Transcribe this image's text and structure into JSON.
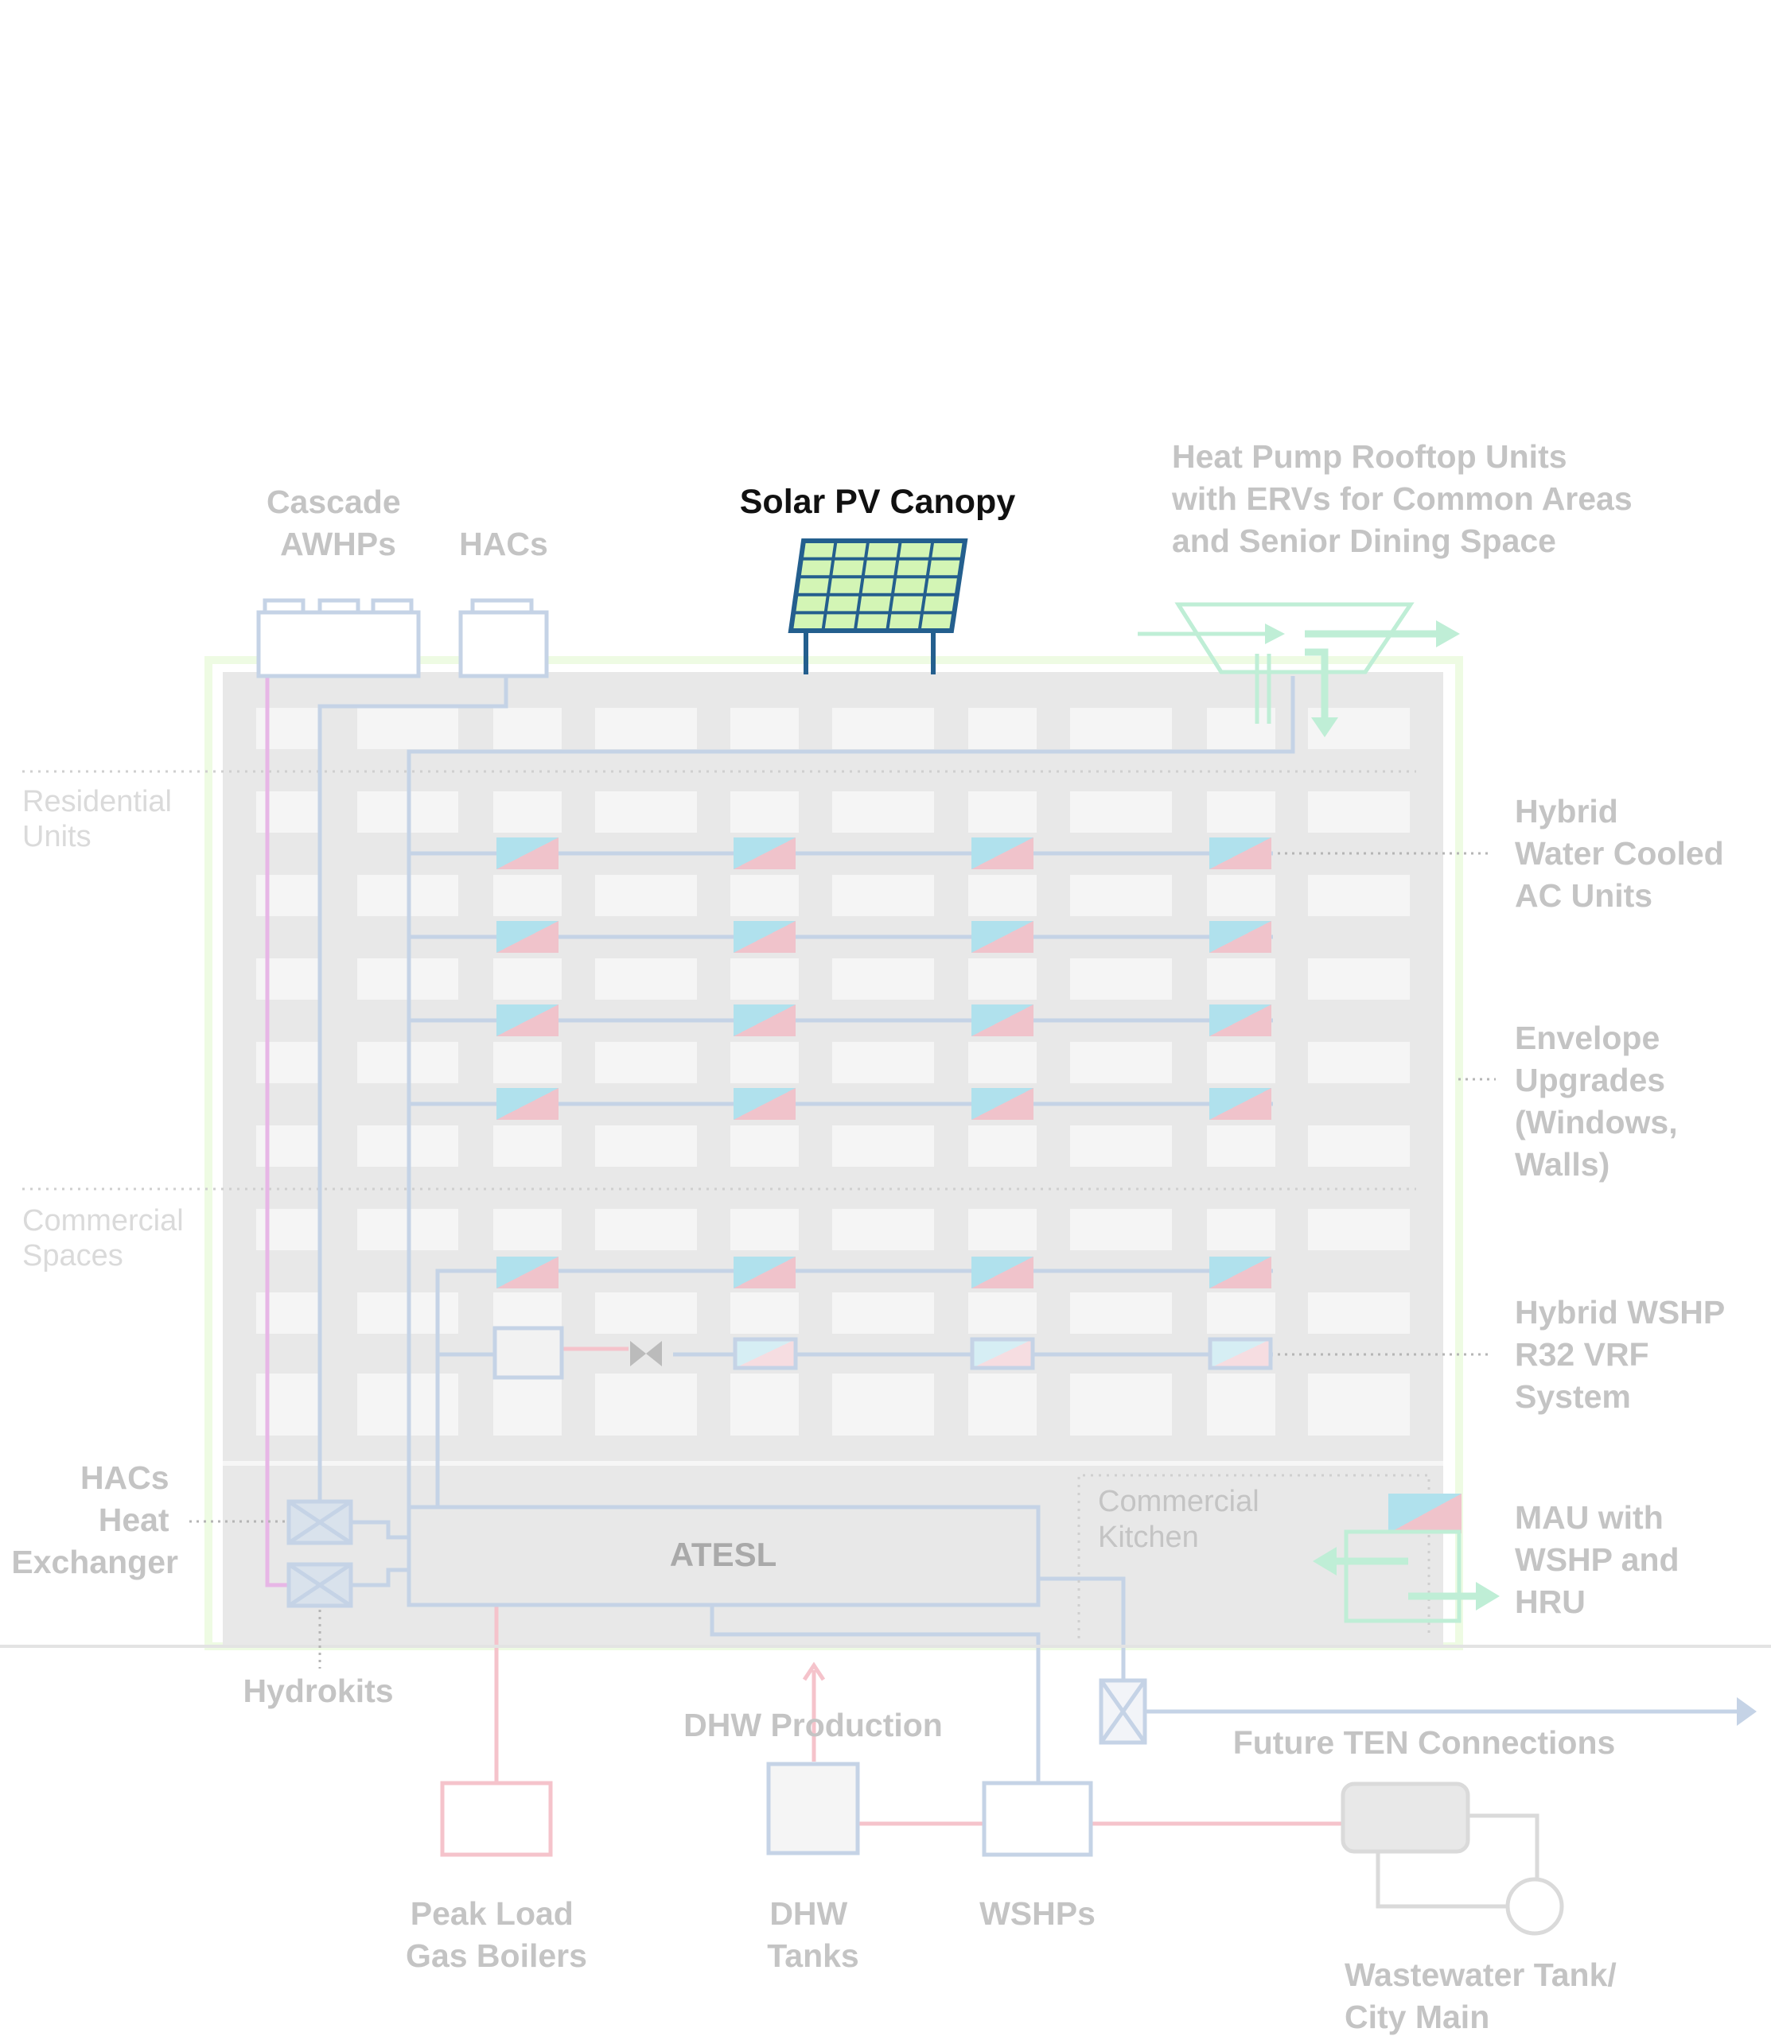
{
  "diagram": {
    "title": "Solar PV Canopy",
    "labels": {
      "cascade_awhps": [
        "Cascade",
        "AWHPs"
      ],
      "hacs_top": "HACs",
      "rooftop_units": [
        "Heat Pump Rooftop Units",
        "with ERVs for Common Areas",
        "and Senior Dining Space"
      ],
      "residential_units": [
        "Residential",
        "Units"
      ],
      "commercial_spaces": [
        "Commercial",
        "Spaces"
      ],
      "hybrid_water_cooled": [
        "Hybrid",
        "Water Cooled",
        "AC Units"
      ],
      "envelope_upgrades": [
        "Envelope",
        "Upgrades",
        "(Windows,",
        "Walls)"
      ],
      "hybrid_wshp": [
        "Hybrid WSHP",
        "R32 VRF",
        "System"
      ],
      "hacs_heat_exchanger": [
        "HACs",
        "Heat",
        "Exchanger"
      ],
      "mau": [
        "MAU with",
        "WSHP and",
        "HRU"
      ],
      "atesl": "ATESL",
      "commercial_kitchen": [
        "Commercial",
        "Kitchen"
      ],
      "hydrokits": "Hydrokits",
      "dhw_production": "DHW Production",
      "future_ten": "Future TEN Connections",
      "peak_load": [
        "Peak Load",
        "Gas Boilers"
      ],
      "dhw_tanks": [
        "DHW",
        "Tanks"
      ],
      "wshps": "WSHPs",
      "wastewater": [
        "Wastewater Tank/",
        "City Main"
      ]
    },
    "colors": {
      "pipe_blue": "#c5d3e6",
      "pipe_pink": "#f5c3cb",
      "pipe_magenta": "#e7b6e6",
      "green_outline": "#eefbe3",
      "teal": "#bfeed6",
      "solar_frame": "#245f8e",
      "solar_cell": "#d3f5b5",
      "building": "#e8e8e8",
      "window": "#f5f5f5",
      "unit_blue": "#b0e1ed",
      "unit_pink": "#f0c3cb",
      "label_grey": "#c4c4c4",
      "title": "#111111"
    }
  }
}
